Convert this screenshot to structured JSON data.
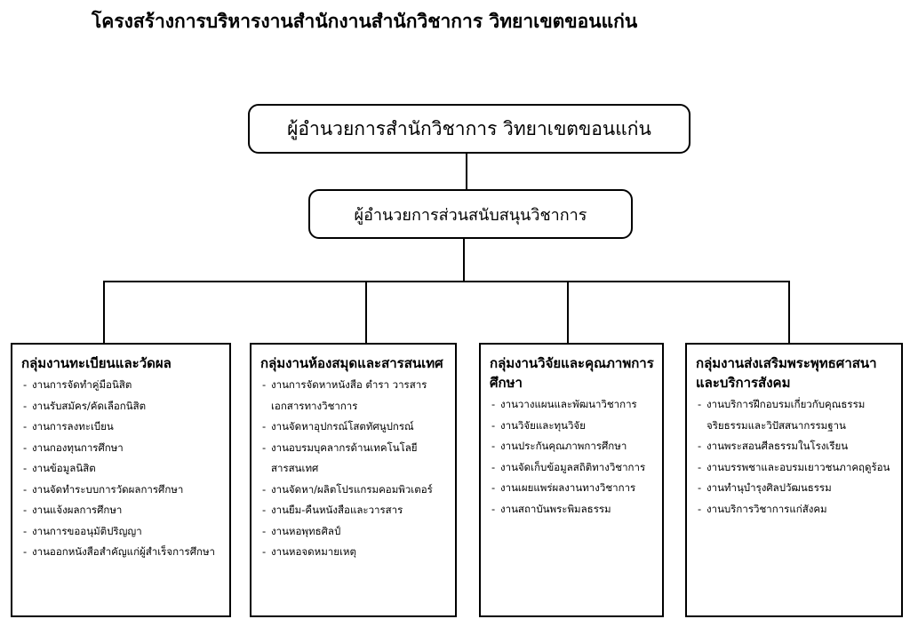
{
  "title": "โครงสร้างการบริหารงานสำนักงานสำนักวิชาการ วิทยาเขตขอนแก่น",
  "director": "ผู้อำนวยการสำนักวิชาการ วิทยาเขตขอนแก่น",
  "assistant_director": "ผู้อำนวยการส่วนสนับสนุนวิชาการ",
  "groups": [
    {
      "heading": "กลุ่มงานทะเบียนและวัดผล",
      "items": [
        "งานการจัดทำคู่มือนิสิต",
        "งานรับสมัคร/คัดเลือกนิสิต",
        "งานการลงทะเบียน",
        "งานกองทุนการศึกษา",
        "งานข้อมูลนิสิต",
        "งานจัดทำระบบการวัดผลการศึกษา",
        "งานแจ้งผลการศึกษา",
        "งานการขออนุมัติปริญญา",
        "งานออกหนังสือสำคัญแก่ผู้สำเร็จการศึกษา"
      ]
    },
    {
      "heading": "กลุ่มงานห้องสมุดและสารสนเทศ",
      "items": [
        "งานการจัดหาหนังสือ ตำรา วารสาร เอกสารทางวิชาการ",
        "งานจัดหาอุปกรณ์โสตทัศนูปกรณ์",
        "งานอบรมบุคลากรด้านเทคโนโลยีสารสนเทศ",
        "งานจัดหา/ผลิตโปรแกรมคอมพิวเตอร์",
        "งานยืม-คืนหนังสือและวารสาร",
        "งานหอพุทธศิลป์",
        "งานหอจดหมายเหตุ"
      ]
    },
    {
      "heading": "กลุ่มงานวิจัยและคุณภาพการศึกษา",
      "items": [
        "งานวางแผนและพัฒนาวิชาการ",
        "งานวิจัยและทุนวิจัย",
        "งานประกันคุณภาพการศึกษา",
        "งานจัดเก็บข้อมูลสถิติทางวิชาการ",
        "งานเผยแพร่ผลงานทางวิชาการ",
        "งานสถาบันพระพิมลธรรม"
      ]
    },
    {
      "heading": "กลุ่มงานส่งเสริมพระพุทธศาสนาและบริการสังคม",
      "items": [
        "งานบริการฝึกอบรมเกี่ยวกับคุณธรรมจริยธรรมและวิปัสสนากรรมฐาน",
        "งานพระสอนศีลธรรมในโรงเรียน",
        "งานบรรพชาและอบรมเยาวชนภาคฤดูร้อน",
        "งานทำนุบำรุงศิลปวัฒนธรรม",
        "งานบริการวิชาการแก่สังคม"
      ]
    }
  ]
}
